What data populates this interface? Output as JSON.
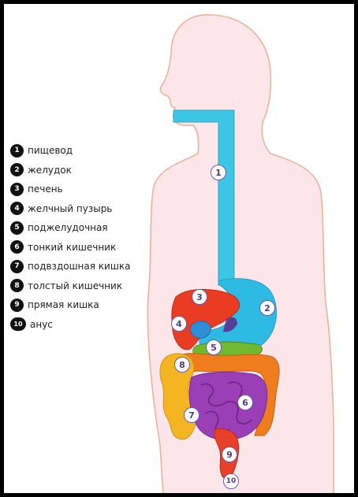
{
  "legend": [
    {
      "num": "1",
      "label": "пищевод"
    },
    {
      "num": "2",
      "label": "желудок"
    },
    {
      "num": "3",
      "label": "печень"
    },
    {
      "num": "4",
      "label": "желчный пузырь"
    },
    {
      "num": "5",
      "label": "поджелудочная"
    },
    {
      "num": "6",
      "label": "тонкий кишечник"
    },
    {
      "num": "7",
      "label": "подвздошная кишка"
    },
    {
      "num": "8",
      "label": "толстый кишечник"
    },
    {
      "num": "9",
      "label": "прямая кишка"
    },
    {
      "num": "10",
      "label": "анус"
    }
  ],
  "markers": {
    "esophagus": "1",
    "stomach": "2",
    "liver": "3",
    "gallbladder": "4",
    "pancreas": "5",
    "small_intestine": "6",
    "ileum": "7",
    "large_intestine": "8",
    "rectum": "9",
    "anus": "10"
  },
  "colors": {
    "body": "#fde6ea",
    "outline": "#e8b49a",
    "esophagus": "#3cc6e6",
    "stomach": "#2dbbe4",
    "liver": "#ea3c22",
    "gallbladder": "#2f8fd6",
    "pancreas": "#6fb82f",
    "small_intestine": "#9b3fb6",
    "ileum": "#f5b421",
    "large_intestine": "#f07d1d",
    "rectum": "#e8402a"
  }
}
